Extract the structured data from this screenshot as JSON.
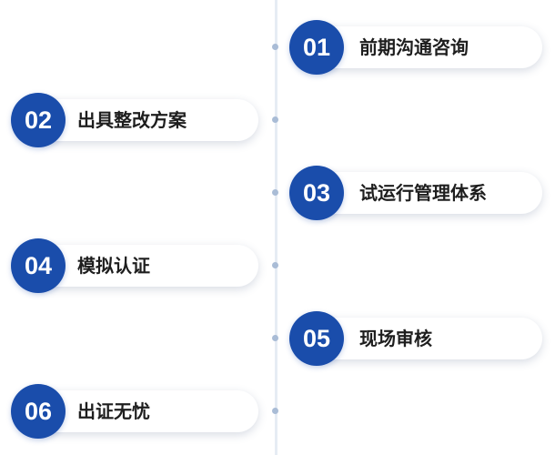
{
  "steps": [
    {
      "number": "01",
      "label": "前期沟通咨询"
    },
    {
      "number": "02",
      "label": "出具整改方案"
    },
    {
      "number": "03",
      "label": "试运行管理体系"
    },
    {
      "number": "04",
      "label": "模拟认证"
    },
    {
      "number": "05",
      "label": "现场审核"
    },
    {
      "number": "06",
      "label": "出证无忧"
    }
  ],
  "colors": {
    "badge": "#1a4dab",
    "line": "#e6ecf4",
    "dot": "#a9bcd6"
  }
}
